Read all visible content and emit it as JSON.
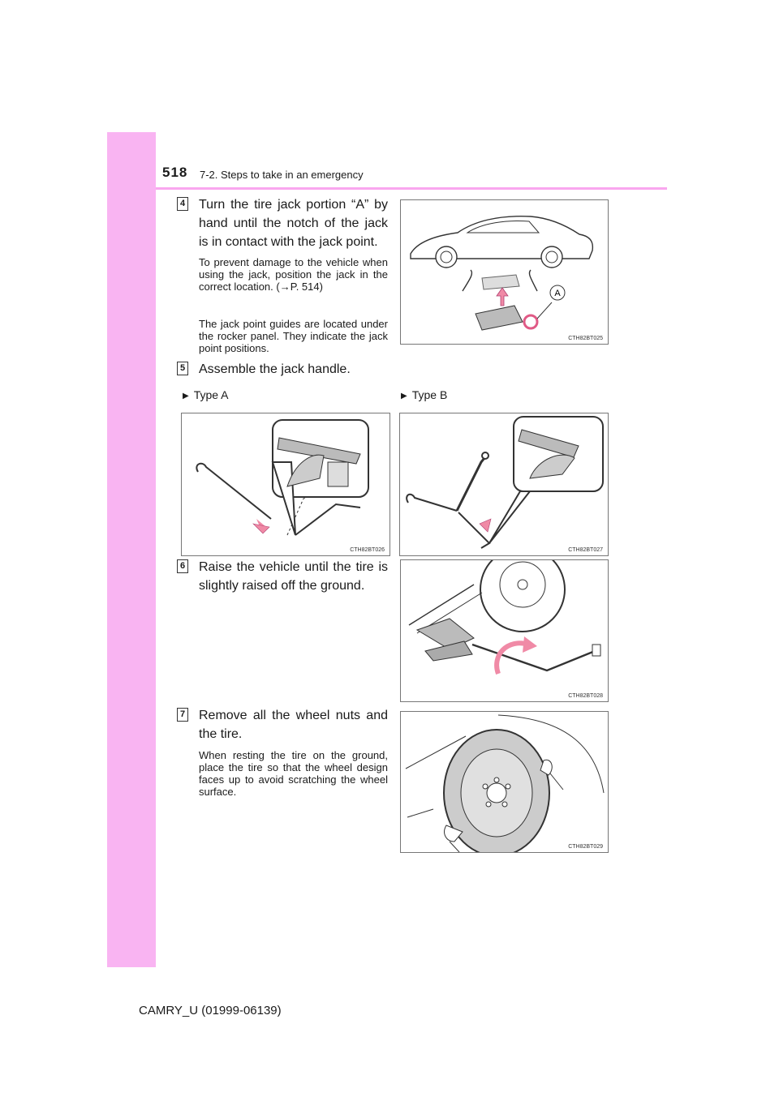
{
  "header": {
    "page_number": "518",
    "section": "7-2. Steps to take in an emergency"
  },
  "steps": [
    {
      "number": "4",
      "title": "Turn the tire jack portion “A” by hand until the notch of the jack is in contact with the jack point.",
      "notes": [
        "To prevent damage to the vehicle when using the jack, position the jack in the correct location. (→P. 514)",
        "The jack point guides are located under the rocker panel. They indicate the jack point positions."
      ]
    },
    {
      "number": "5",
      "title": "Assemble the jack handle.",
      "type_a": "Type A",
      "type_b": "Type B"
    },
    {
      "number": "6",
      "title": "Raise the vehicle until the tire is slightly raised off the ground."
    },
    {
      "number": "7",
      "title": "Remove all the wheel nuts and the tire.",
      "notes": [
        "When resting the tire on the ground, place the tire so that the wheel design faces up to avoid scratching the wheel surface."
      ]
    }
  ],
  "figures": {
    "jack_point": {
      "code": "CTH82BT025",
      "callout": "A"
    },
    "type_a": {
      "code": "CTH82BT026"
    },
    "type_b": {
      "code": "CTH82BT027"
    },
    "raise": {
      "code": "CTH82BT028"
    },
    "remove": {
      "code": "CTH82BT029"
    }
  },
  "footer": "CAMRY_U (01999-06139)",
  "colors": {
    "side_band": "#f9b4f2",
    "header_rule": "#f9a6ef",
    "arrow_pink": "#f08aa6"
  }
}
